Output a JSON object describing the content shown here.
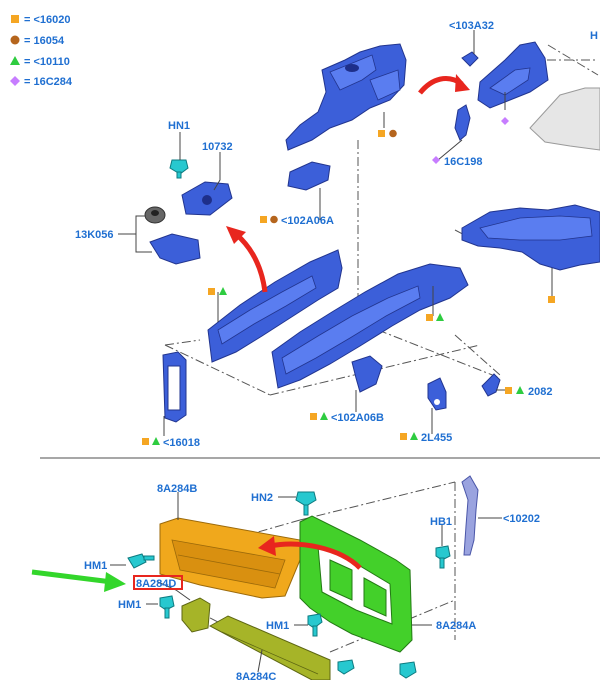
{
  "legend": [
    {
      "label": "= <16020",
      "shape": "square",
      "color": "#f5a623"
    },
    {
      "label": "= 16054",
      "shape": "circle",
      "color": "#b5651d"
    },
    {
      "label": "= <10110",
      "shape": "triangle",
      "color": "#2ecc40"
    },
    {
      "label": "= 16C284",
      "shape": "diamond",
      "color": "#c77dff"
    }
  ],
  "labels": {
    "hn1_top": "HN1",
    "p10732": "10732",
    "p13k056": "13K056",
    "p102a06a": "<102A06A",
    "p103a32": "<103A32",
    "h_top": "H",
    "p16c198": "16C198",
    "p16018": "<16018",
    "p102a06b": "<102A06B",
    "p2l455": "2L455",
    "p2082": "2082",
    "p8a284b": "8A284B",
    "hn2": "HN2",
    "p10202": "<10202",
    "hb1": "HB1",
    "hm1_a": "HM1",
    "p8a284d": "8A284D",
    "hm1_b": "HM1",
    "hm1_c": "HM1",
    "p8a284a": "8A284A",
    "p8a284c": "8A284C"
  },
  "colors": {
    "label_text": "#1f6fd1",
    "arrow_red": "#e8261e",
    "arrow_green": "#33d62b",
    "highlight_box": "#e8261e",
    "part_blue": "#3c5fd9",
    "part_green": "#43d02a",
    "part_orange": "#f0a81c",
    "fastener_cyan": "#27c8cf"
  }
}
